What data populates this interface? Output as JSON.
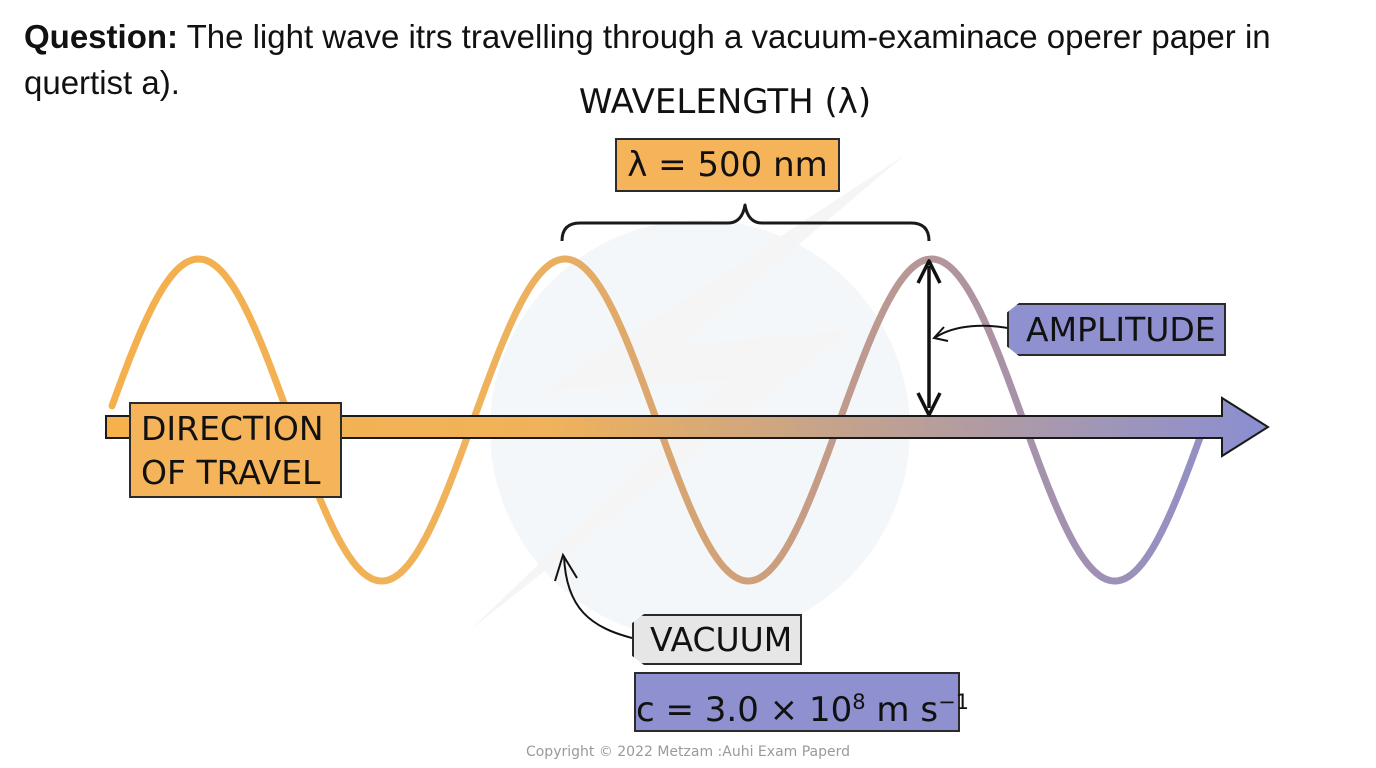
{
  "question": {
    "label": "Question:",
    "text": " The light wave itrs travelling through a vacuum-examinace operer paper in quertist a)."
  },
  "wavelength": {
    "title": "WAVELENGTH (λ)",
    "value": "λ = 500 nm"
  },
  "direction": {
    "line1": "DIRECTION",
    "line2": "OF TRAVEL"
  },
  "amplitude": {
    "label": "AMPLITUDE"
  },
  "vacuum": {
    "label": "VACUUM",
    "speed_prefix": "c = 3.0 × 10",
    "speed_exponent": "8",
    "speed_unit": " m s",
    "speed_unit_exponent": "−1"
  },
  "copyright": "Copyright © 2022 Metzam :Auhi Exam Paperd",
  "colors": {
    "wave_start": "#f5b04c",
    "wave_end": "#8c8fd0",
    "label_orange": "#f6b45a",
    "label_purple": "#8e90cf",
    "label_gray": "#e6e6e6"
  }
}
